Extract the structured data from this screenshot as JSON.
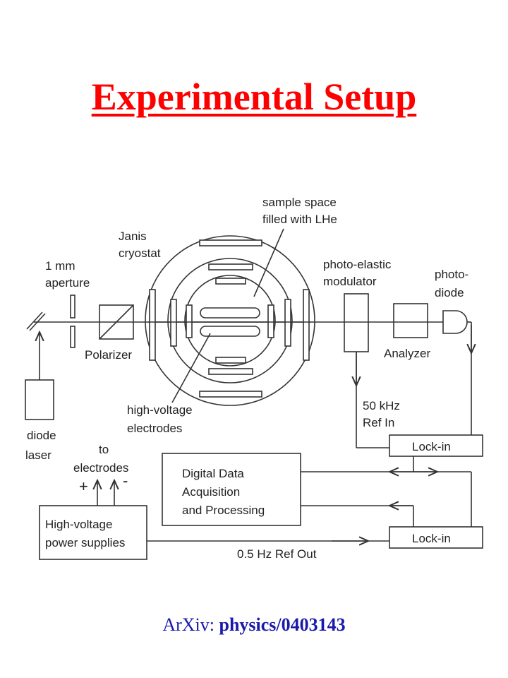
{
  "title": "Experimental Setup",
  "labels": {
    "sample_space_1": "sample space",
    "sample_space_2": "filled with LHe",
    "janis_1": "Janis",
    "janis_2": "cryostat",
    "aperture_1": "1 mm",
    "aperture_2": "aperture",
    "pem_1": "photo-elastic",
    "pem_2": "modulator",
    "photodiode_1": "photo-",
    "photodiode_2": "diode",
    "polarizer": "Polarizer",
    "analyzer": "Analyzer",
    "hv_electrodes_1": "high-voltage",
    "hv_electrodes_2": "electrodes",
    "ref_in_1": "50 kHz",
    "ref_in_2": "Ref In",
    "diode_laser_1": "diode",
    "diode_laser_2": "laser",
    "to_electrodes_1": "to",
    "to_electrodes_2": "electrodes",
    "plus": "+",
    "minus": "-",
    "lockin_top": "Lock-in",
    "lockin_bottom": "Lock-in",
    "daq_1": "Digital Data",
    "daq_2": "Acquisition",
    "daq_3": "and Processing",
    "hvps_1": "High-voltage",
    "hvps_2": "power supplies",
    "ref_out": "0.5 Hz Ref Out"
  },
  "footer": {
    "prefix": "ArXiv: ",
    "id": "physics/0403143"
  },
  "colors": {
    "title": "#ff0000",
    "footer": "#1a1aaa",
    "lines": "#333333"
  }
}
